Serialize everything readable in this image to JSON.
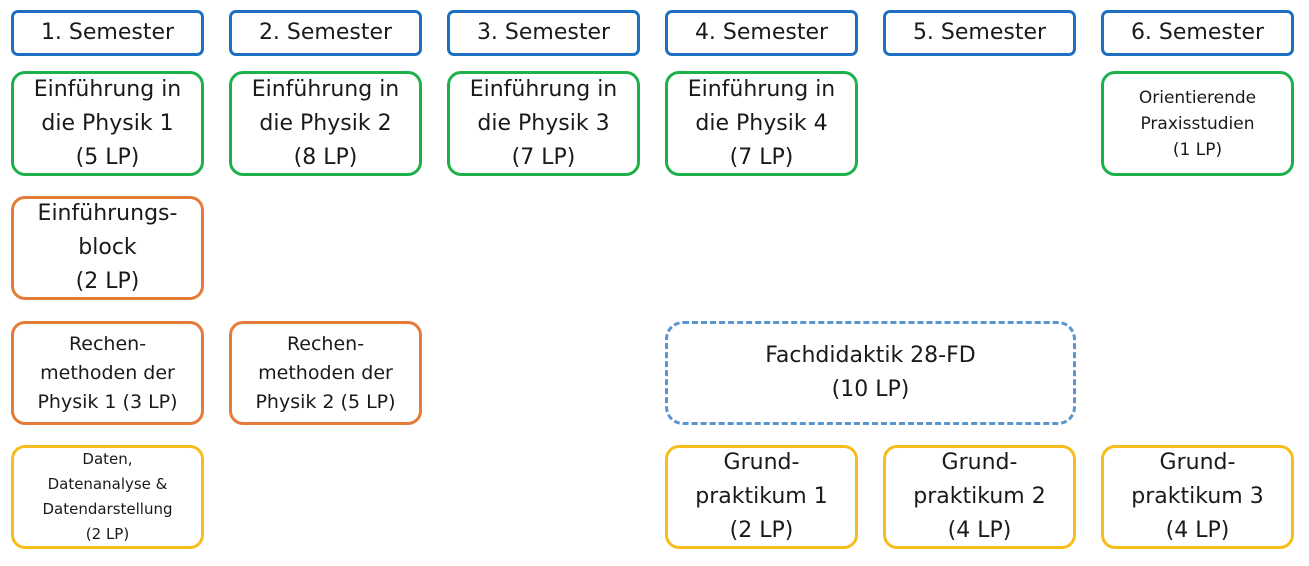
{
  "colors": {
    "semester_border": "#1f6fc0",
    "physics_border": "#1db04b",
    "math_border": "#e57a3a",
    "lab_border": "#f7bd1c",
    "didactics_border": "#5b95cf"
  },
  "semesters": [
    "1. Semester",
    "2. Semester",
    "3. Semester",
    "4. Semester",
    "5. Semester",
    "6. Semester"
  ],
  "modules": {
    "einfuehrung_physik_1": "Einführung in\ndie Physik 1\n(5 LP)",
    "einfuehrung_physik_2": "Einführung in\ndie Physik 2\n(8 LP)",
    "einfuehrung_physik_3": "Einführung in\ndie Physik 3\n(7 LP)",
    "einfuehrung_physik_4": "Einführung in\ndie Physik 4\n(7 LP)",
    "orientierende_praxisstudien": "Orientierende\nPraxisstudien\n(1 LP)",
    "einfuehrungsblock": "Einführungs-\nblock\n(2 LP)",
    "rechenmethoden_1": "Rechen-\nmethoden der\nPhysik 1 (3 LP)",
    "rechenmethoden_2": "Rechen-\nmethoden der\nPhysik 2 (5 LP)",
    "fachdidaktik": "Fachdidaktik 28-FD\n(10 LP)",
    "daten": "Daten,\nDatenanalyse &\nDatendarstellung\n(2 LP)",
    "grundpraktikum_1": "Grund-\npraktikum 1\n(2 LP)",
    "grundpraktikum_2": "Grund-\npraktikum 2\n(4 LP)",
    "grundpraktikum_3": "Grund-\npraktikum 3\n(4 LP)"
  }
}
